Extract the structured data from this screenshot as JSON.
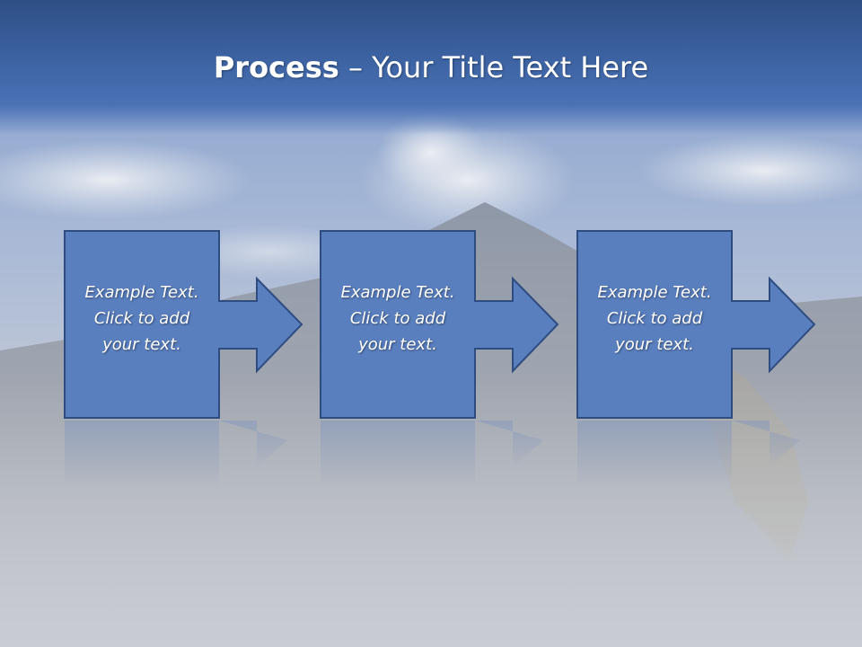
{
  "title": {
    "bold": "Process",
    "rest": " – Your Title Text Here"
  },
  "steps": [
    {
      "lines": [
        "Example Text.",
        "Click  to add",
        "your text."
      ]
    },
    {
      "lines": [
        "Example Text.",
        "Click  to add",
        "your text."
      ]
    },
    {
      "lines": [
        "Example Text.",
        "Click  to add",
        "your text."
      ]
    }
  ],
  "colors": {
    "shape_fill": "#5a7fbf",
    "shape_stroke": "#2f4c80",
    "title_bar": "#3d63a3",
    "text": "#ffffff"
  }
}
